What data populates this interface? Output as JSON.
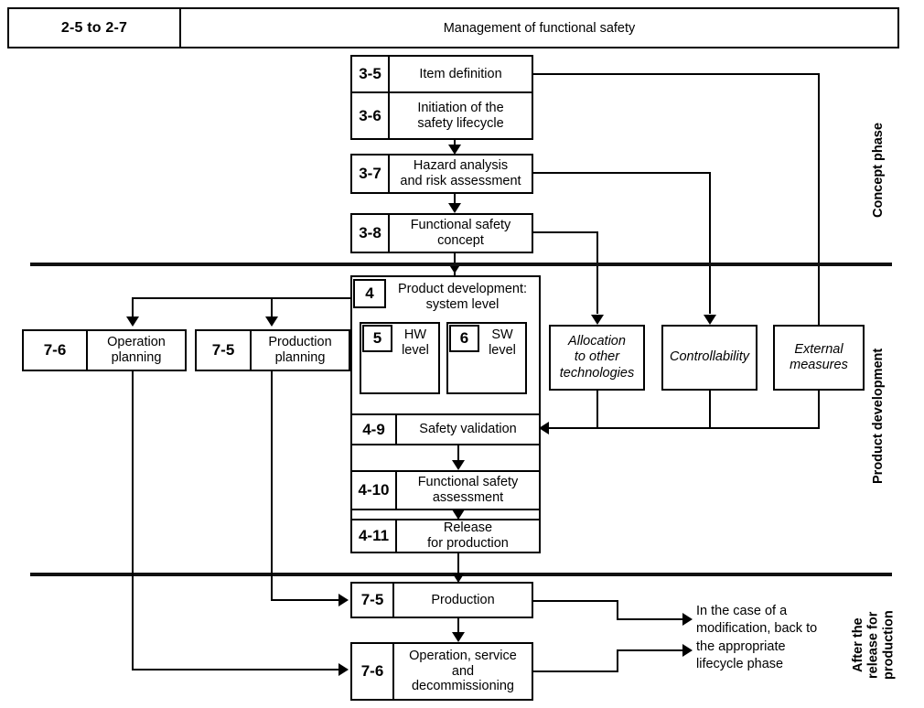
{
  "header": {
    "tag": "2-5 to 2-7",
    "title": "Management of functional safety"
  },
  "concept_phase": {
    "label": "Concept phase",
    "boxes": [
      {
        "tag": "3-5",
        "label": "Item definition"
      },
      {
        "tag": "3-6",
        "label": "Initiation of the\nsafety lifecycle"
      },
      {
        "tag": "3-7",
        "label": "Hazard analysis\nand risk assessment"
      },
      {
        "tag": "3-8",
        "label": "Functional safety\nconcept"
      }
    ]
  },
  "product_development": {
    "label": "Product development",
    "container": {
      "tag": "4",
      "label": "Product development:\nsystem level"
    },
    "sub_boxes": [
      {
        "tag": "5",
        "label": "HW\nlevel"
      },
      {
        "tag": "6",
        "label": "SW\nlevel"
      }
    ],
    "boxes": [
      {
        "tag": "4-9",
        "label": "Safety validation"
      },
      {
        "tag": "4-10",
        "label": "Functional safety\nassessment"
      },
      {
        "tag": "4-11",
        "label": "Release\nfor production"
      }
    ],
    "planning_boxes": [
      {
        "tag": "7-6",
        "label": "Operation\nplanning"
      },
      {
        "tag": "7-5",
        "label": "Production\nplanning"
      }
    ],
    "side_boxes": [
      {
        "label": "Allocation\nto other\ntechnologies"
      },
      {
        "label": "Controllability"
      },
      {
        "label": "External\nmeasures"
      }
    ]
  },
  "after_release": {
    "label": "After the\nrelease for\nproduction",
    "boxes": [
      {
        "tag": "7-5",
        "label": "Production"
      },
      {
        "tag": "7-6",
        "label": "Operation, service\nand\ndecommissioning"
      }
    ],
    "note": "In the case of a\nmodification, back to\nthe appropriate\nlifecycle phase"
  },
  "colors": {
    "stroke": "#000000",
    "background": "#ffffff",
    "divider": "#111111"
  }
}
